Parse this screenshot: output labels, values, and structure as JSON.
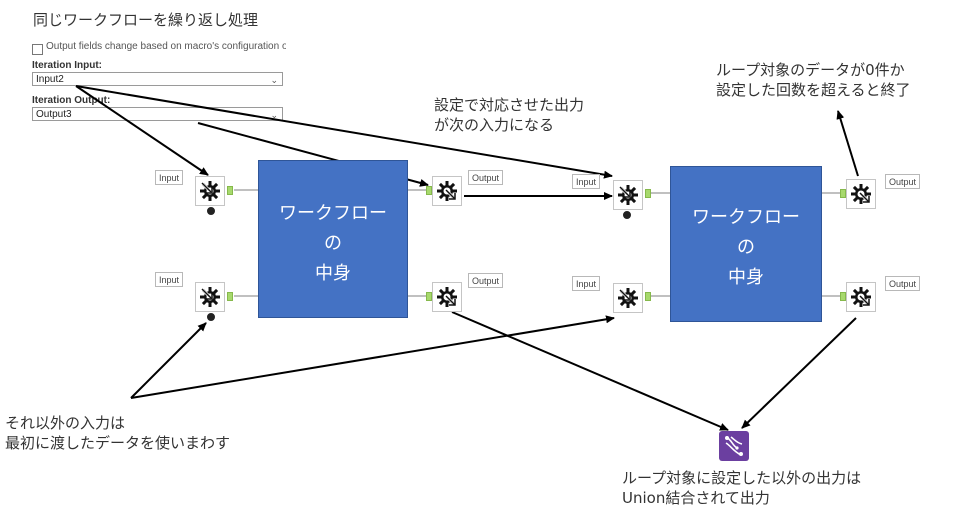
{
  "heading": "同じワークフローを繰り返し処理",
  "config_panel": {
    "checkbox_label": "Output fields change based on macro's configuration or",
    "iteration_input_label": "Iteration Input:",
    "iteration_input_value": "Input2",
    "iteration_output_label": "Iteration Output:",
    "iteration_output_value": "Output3"
  },
  "annotations": {
    "connect": [
      "設定で対応させた出力",
      "が次の入力になる"
    ],
    "end": [
      "ループ対象のデータが0件か",
      "設定した回数を超えると終了"
    ],
    "other_inputs": [
      "それ以外の入力は",
      "最初に渡したデータを使いまわす"
    ],
    "union": [
      "ループ対象に設定した以外の出力は",
      "Union結合されて出力"
    ]
  },
  "tags": {
    "input": "Input",
    "output": "Output"
  },
  "workflow_box": {
    "line1": "ワークフロー",
    "line2": "の",
    "line3": "中身"
  },
  "colors": {
    "workflow_box": "#4472c4",
    "anchor": "#a7d96d",
    "union_tool": "#6b3fa0",
    "arrow": "#000000",
    "connector": "#9a9a9a"
  },
  "icons": {
    "macro_input": "macro-input-icon",
    "macro_output": "macro-output-icon",
    "union": "union-icon",
    "dropdown": "chevron-down-icon"
  }
}
